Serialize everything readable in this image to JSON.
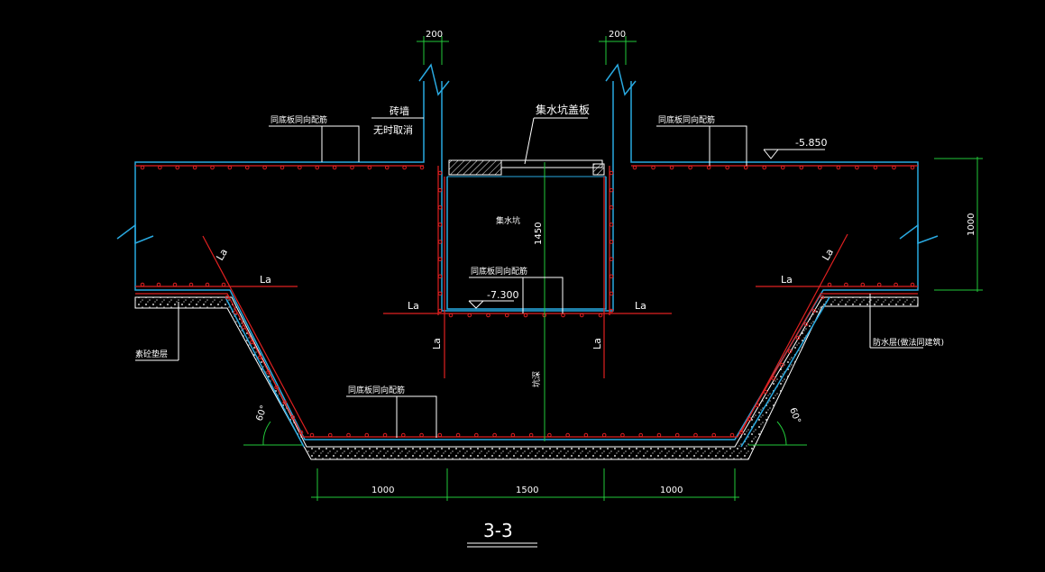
{
  "colors": {
    "background": "#000000",
    "outline": "#29a9e0",
    "rebar": "#e02020",
    "dimension": "#22c93a",
    "annotation": "#ffffff",
    "padding_fill": "#bfbfbf"
  },
  "dimensions": {
    "wall_left_thickness": "200",
    "wall_right_thickness": "200",
    "slab_thickness": "1000",
    "pit_depth": "1450",
    "pit_depth_label_lower": "坑深",
    "bottom_left": "1000",
    "bottom_mid": "1500",
    "bottom_right": "1000",
    "angle_left": "60°",
    "angle_right": "60°"
  },
  "labels": {
    "brick_wall": "砖墙",
    "temporary_cancel": "无时取消",
    "pit_cover": "集水坑盖板",
    "pit": "集水坑",
    "elevation_top": "-5.850",
    "elevation_pit": "-7.300",
    "rebar_left_top": "同底板同向配筋",
    "rebar_right_top": "同底板同向配筋",
    "rebar_pit": "同底板同向配筋",
    "rebar_bottom": "同底板同向配筋",
    "cushion": "素砼垫层",
    "waterproof": "防水层(做法同建筑)",
    "la": "La",
    "section_title": "3-3"
  }
}
